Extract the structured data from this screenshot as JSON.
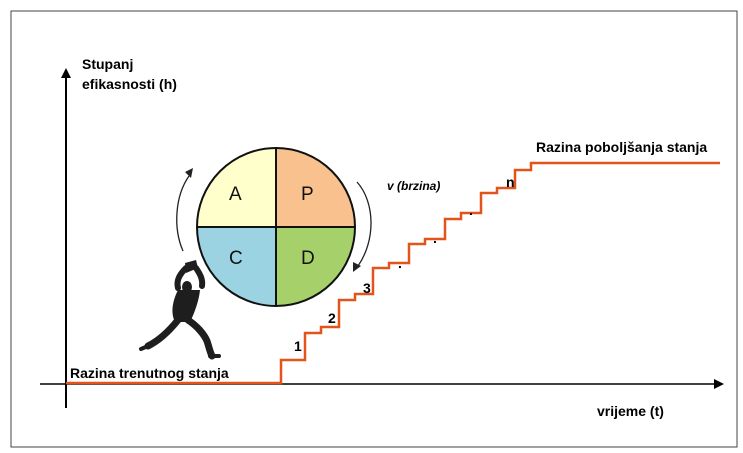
{
  "y_axis_label": [
    "Stupanj",
    "efikasnosti (h)"
  ],
  "x_axis_label": "vrijeme (t)",
  "current_state_label": "Razina trenutnog stanja",
  "improved_state_label": "Razina poboljšanja stanja",
  "speed_label": "v (brzina)",
  "pdca": {
    "a": "A",
    "p": "P",
    "c": "C",
    "d": "D"
  },
  "step_labels": [
    "1",
    "2",
    "3",
    ".",
    ".",
    ".",
    "n"
  ],
  "colors": {
    "quadrant_a": "#ffffcc",
    "quadrant_p": "#f9c18d",
    "quadrant_c": "#9cd3e3",
    "quadrant_d": "#a6d06a",
    "staircase": "#e3541b",
    "axes": "#000000"
  },
  "icons": {
    "figure": "person-pushing-figure-icon",
    "rotation": "rotation-arrow-icon"
  }
}
